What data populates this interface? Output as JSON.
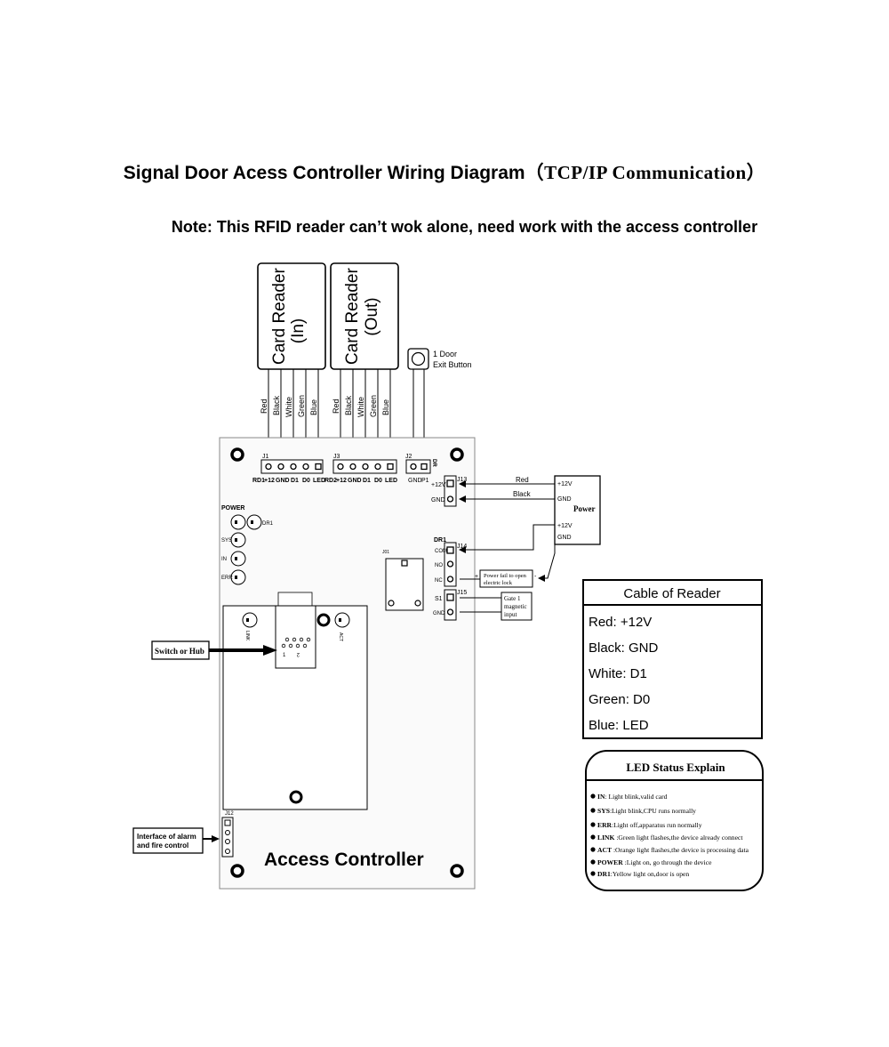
{
  "title": "Signal Door Acess Controller Wiring Diagram",
  "title_suffix": "（TCP/IP  Communication）",
  "note": "Note: This RFID reader can’t wok alone, need work with the access controller",
  "readers": [
    {
      "line1": "Card Reader",
      "line2": "(In)"
    },
    {
      "line1": "Card Reader",
      "line2": "(Out)"
    }
  ],
  "wire_colors": [
    "Red",
    "Black",
    "White",
    "Green",
    "Blue"
  ],
  "exit_button": {
    "line1": "1 Door",
    "line2": "Exit Button"
  },
  "connectors": {
    "j1": "J1",
    "j3": "J3",
    "j2": "J2",
    "j13": "J13",
    "j14": "J14",
    "j15": "J15",
    "j12": "J12",
    "j01": "J01",
    "rd1_pins": [
      "RD1",
      "+12",
      "GND",
      "D1",
      "D0",
      "LED"
    ],
    "rd2_pins": [
      "RD2",
      "+12",
      "GND",
      "D1",
      "D0",
      "LED"
    ],
    "j2_pins": [
      "GND",
      "P1"
    ],
    "j2_side": "DR",
    "j13_pins": [
      "+12V",
      "GND"
    ],
    "j14_header": "DR1",
    "j14_pins": [
      "COM",
      "NO",
      "NC"
    ],
    "j15_pins": [
      "S1",
      "GND"
    ]
  },
  "leds": {
    "power": "POWER",
    "dr1": "DR1",
    "sys": "SYS",
    "in": "IN",
    "err": "ERR",
    "link": "LINK",
    "act": "ACT"
  },
  "rj45_pins": [
    "1",
    "2"
  ],
  "power_supply": {
    "label": "Power",
    "terminals": [
      "+12V",
      "GND",
      "+12V",
      "GND"
    ],
    "wire_red": "Red",
    "wire_black": "Black"
  },
  "lock_box": {
    "line1": "Power fail to open",
    "line2": "electric lock",
    "plus": "+",
    "minus": "-"
  },
  "gate_box": {
    "line1": "Gate 1",
    "line2": "magnetic",
    "line3": "input"
  },
  "switch_hub": "Switch or Hub",
  "alarm_box": {
    "line1": "Interface of alarm",
    "line2": "and fire control"
  },
  "controller_label": "Access Controller",
  "cable_table": {
    "title": "Cable of Reader",
    "rows": [
      "Red: +12V",
      "Black: GND",
      "White: D1",
      "Green: D0",
      "Blue: LED"
    ]
  },
  "led_status": {
    "title": "LED Status Explain",
    "items": [
      {
        "key": "IN",
        "text": ": Light blink,valid card"
      },
      {
        "key": "SYS",
        "text": ":Light blink,CPU runs normally"
      },
      {
        "key": "ERR",
        "text": ":Light off,apparatus run normally"
      },
      {
        "key": "LINK",
        "text": " :Green light flashes,the device already connect"
      },
      {
        "key": "ACT",
        "text": " :Orange light flashes,the device is processing data"
      },
      {
        "key": "POWER",
        "text": " :Light on, go through the device"
      },
      {
        "key": "DR1",
        "text": ":Yellow light on,door is open"
      }
    ]
  }
}
